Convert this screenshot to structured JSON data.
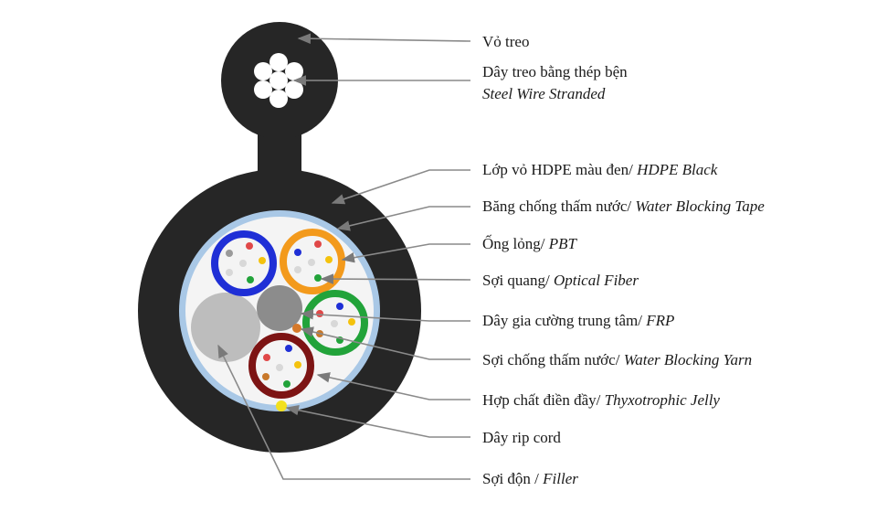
{
  "colors": {
    "jacket": "#262626",
    "tape": "#a9c8e6",
    "jelly": "#f4f4f4",
    "tube_blue": "#1f2fd6",
    "tube_orange": "#f39a1c",
    "tube_green": "#22a33a",
    "tube_maroon": "#7d1414",
    "filler": "#bdbdbd",
    "frp": "#8c8c8c",
    "yarn": "#d6792a",
    "ripcord": "#f2e01e",
    "steel_wire": "#ffffff",
    "leader_line": "#8a8a8a"
  },
  "labels": [
    {
      "id": "messenger-sheath",
      "text": "Vỏ treo",
      "text_italic": ""
    },
    {
      "id": "steel-wire",
      "text": "Dây treo bằng thép bện",
      "text_italic": "Steel Wire Stranded"
    },
    {
      "id": "hdpe-jacket",
      "text": "Lớp vỏ HDPE màu đen/ ",
      "text_italic": "HDPE Black"
    },
    {
      "id": "water-blocking-tape",
      "text": "Băng chống thấm nước/ ",
      "text_italic": "Water Blocking Tape"
    },
    {
      "id": "loose-tube",
      "text": "Ống lỏng/ ",
      "text_italic": "PBT"
    },
    {
      "id": "optical-fiber",
      "text": "Sợi quang/ ",
      "text_italic": "Optical Fiber"
    },
    {
      "id": "frp",
      "text": "Dây gia cường trung tâm/ ",
      "text_italic": "FRP"
    },
    {
      "id": "water-blocking-yarn",
      "text": "Sợi chống thấm nước/ ",
      "text_italic": "Water Blocking Yarn"
    },
    {
      "id": "thixotropic-jelly",
      "text": "Hợp chất điền đầy/ ",
      "text_italic": "Thyxotrophic Jelly"
    },
    {
      "id": "rip-cord",
      "text": "Dây rip cord",
      "text_italic": ""
    },
    {
      "id": "filler",
      "text": "Sợi độn / ",
      "text_italic": "Filler"
    }
  ]
}
